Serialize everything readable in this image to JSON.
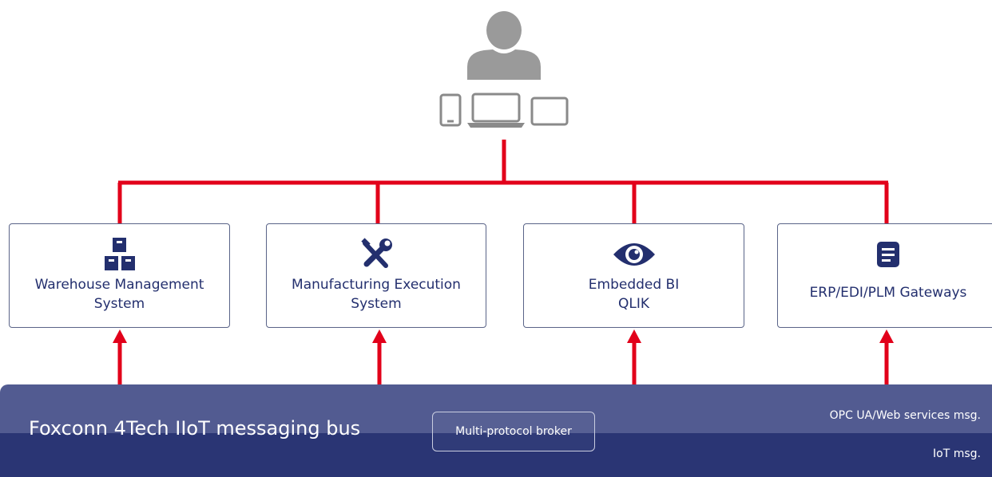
{
  "boxes": [
    {
      "id": "wms",
      "icon": "warehouse-boxes-icon",
      "lines": [
        "Warehouse Management",
        "System"
      ]
    },
    {
      "id": "mes",
      "icon": "tools-icon",
      "lines": [
        "Manufacturing Execution",
        "System"
      ]
    },
    {
      "id": "bi",
      "icon": "eye-icon",
      "lines": [
        "Embedded BI",
        "QLIK"
      ]
    },
    {
      "id": "erp",
      "icon": "document-icon",
      "lines": [
        "ERP/EDI/PLM Gateways"
      ]
    }
  ],
  "bus": {
    "title": "Foxconn 4Tech IIoT messaging bus",
    "broker_label": "Multi-protocol broker",
    "protocols": [
      "OPC UA/Web services msg.",
      "IoT msg."
    ]
  },
  "user_icons": [
    "user-icon",
    "phone-icon",
    "laptop-icon",
    "tablet-icon"
  ],
  "colors": {
    "line": "#e2001a",
    "navy": "#232f6e",
    "bus_top": "#525b91",
    "bus_bottom": "#2a3574",
    "device_gray": "#8a8a8a"
  }
}
